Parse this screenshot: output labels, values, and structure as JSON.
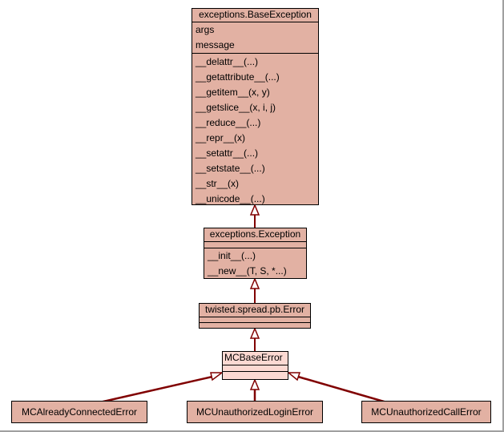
{
  "colors": {
    "edge": "#800000",
    "base_fill": "#e2b1a3",
    "local_fill": "#fcd9d2",
    "border": "#000000"
  },
  "classes": {
    "base_exception": {
      "name": "exceptions.BaseException",
      "attributes": [
        "args",
        "message"
      ],
      "methods": [
        "__delattr__(...)",
        "__getattribute__(...)",
        "__getitem__(x, y)",
        "__getslice__(x, i, j)",
        "__reduce__(...)",
        "__repr__(x)",
        "__setattr__(...)",
        "__setstate__(...)",
        "__str__(x)",
        "__unicode__(...)"
      ]
    },
    "exception": {
      "name": "exceptions.Exception",
      "attributes": [],
      "methods": [
        "__init__(...)",
        "__new__(T, S, *...)"
      ]
    },
    "pb_error": {
      "name": "twisted.spread.pb.Error",
      "attributes": [],
      "methods": []
    },
    "mc_base_error": {
      "name": "MCBaseError",
      "attributes": [],
      "methods": []
    },
    "mc_already_connected": {
      "name": "MCAlreadyConnectedError"
    },
    "mc_unauthorized_login": {
      "name": "MCUnauthorizedLoginError"
    },
    "mc_unauthorized_call": {
      "name": "MCUnauthorizedCallError"
    }
  },
  "inheritance": [
    {
      "child": "exceptions.Exception",
      "parent": "exceptions.BaseException"
    },
    {
      "child": "twisted.spread.pb.Error",
      "parent": "exceptions.Exception"
    },
    {
      "child": "MCBaseError",
      "parent": "twisted.spread.pb.Error"
    },
    {
      "child": "MCAlreadyConnectedError",
      "parent": "MCBaseError"
    },
    {
      "child": "MCUnauthorizedLoginError",
      "parent": "MCBaseError"
    },
    {
      "child": "MCUnauthorizedCallError",
      "parent": "MCBaseError"
    }
  ]
}
